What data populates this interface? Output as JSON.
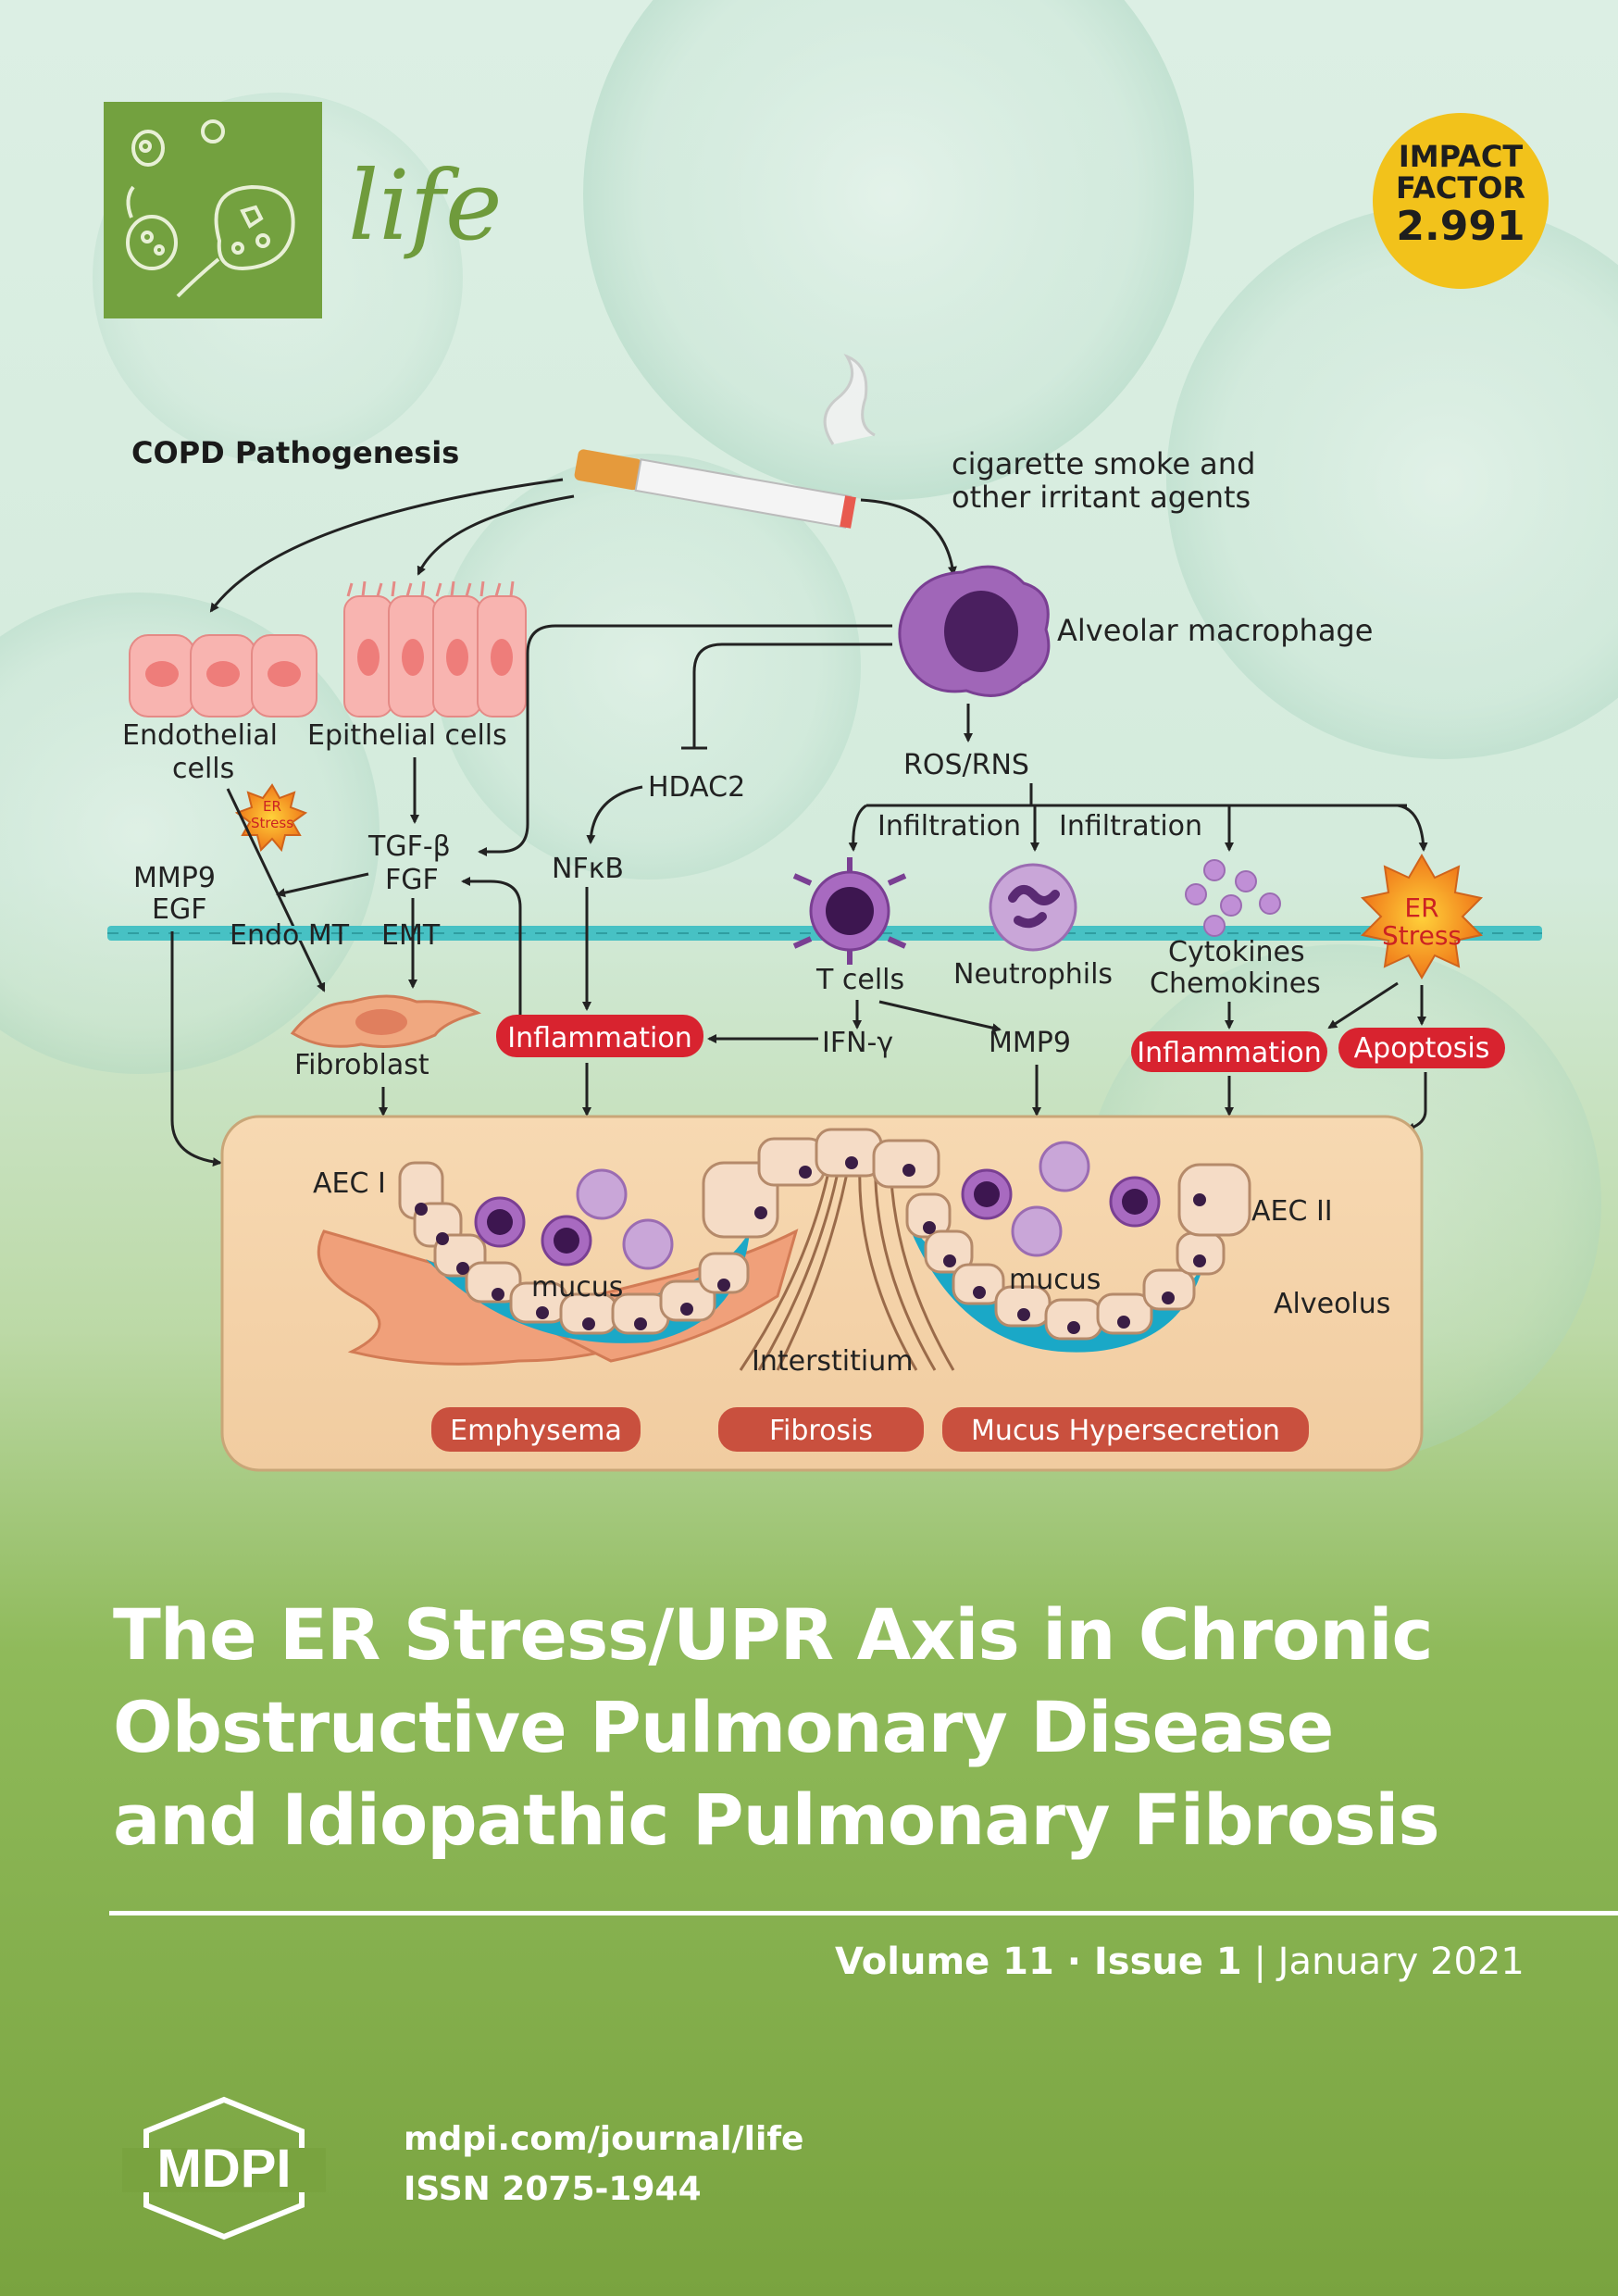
{
  "journal": {
    "name": "life",
    "impact_label_1": "IMPACT",
    "impact_label_2": "FACTOR",
    "impact_value": "2.991"
  },
  "diagram": {
    "heading": "COPD Pathogenesis",
    "smoke_1": "cigarette smoke and",
    "smoke_2": "other irritant agents",
    "macrophage": "Alveolar macrophage",
    "endothelial_1": "Endothelial",
    "endothelial_2": "cells",
    "epithelial": "Epithelial cells",
    "er_small_1": "ER",
    "er_small_2": "Stress",
    "hdac2": "HDAC2",
    "ros": "ROS/RNS",
    "infiltration_1": "Infiltration",
    "infiltration_2": "Infiltration",
    "tgf": "TGF-β",
    "fgf": "FGF",
    "nfkb": "NFκB",
    "mmp9_left": "MMP9",
    "egf": "EGF",
    "endo_mt": "Endo MT",
    "emt": "EMT",
    "tcells": "T cells",
    "neutrophils": "Neutrophils",
    "cytokines": "Cytokines",
    "chemokines": "Chemokines",
    "er_big_1": "ER",
    "er_big_2": "Stress",
    "fibroblast": "Fibroblast",
    "inflammation_left": "Inflammation",
    "ifn": "IFN-γ",
    "mmp9_mid": "MMP9",
    "inflammation_right": "Inflammation",
    "apoptosis": "Apoptosis",
    "aec1": "AEC I",
    "aec2": "AEC II",
    "mucus_left": "mucus",
    "mucus_right": "mucus",
    "alveolus": "Alveolus",
    "interstitium": "Interstitium",
    "emphysema": "Emphysema",
    "fibrosis": "Fibrosis",
    "mucus_hyper": "Mucus Hypersecretion"
  },
  "cover": {
    "title_line_1": "The ER Stress/UPR Axis in Chronic",
    "title_line_2": "Obstructive Pulmonary Disease",
    "title_line_3": "and Idiopathic Pulmonary Fibrosis",
    "volume": "Volume 11 · Issue 1",
    "separator": " | ",
    "date": "January 2021"
  },
  "publisher": {
    "name": "MDPI",
    "url": "mdpi.com/journal/life",
    "issn": "ISSN 2075-1944"
  },
  "colors": {
    "journal_green": "#73a13f",
    "impact_yellow": "#f2c21b",
    "badge_red": "#d8232f",
    "outcome_red": "#c9503e",
    "membrane_teal": "#47c1c4"
  }
}
